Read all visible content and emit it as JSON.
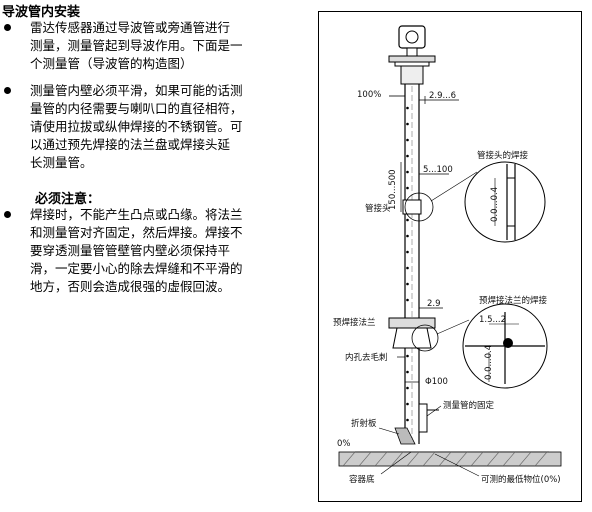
{
  "section": {
    "title": "导波管内安装"
  },
  "bullets_top": [
    {
      "lines": [
        "雷达传感器通过导波管或旁通管进行",
        "测量，测量管起到导波作用。下面是一",
        "个测量管（导波管的构造图）"
      ]
    },
    {
      "lines": [
        "测量管内壁必须平滑，如果可能的话测",
        "量管的内径需要与喇叭口的直径相符，",
        "请使用拉拔或纵伸焊接的不锈钢管。可",
        "以通过预先焊接的法兰盘或焊接头延",
        "长测量管。"
      ]
    }
  ],
  "notes": {
    "title": "必须注意：",
    "bullets": [
      {
        "lines": [
          "焊接时，不能产生凸点或凸缘。将法兰",
          "和测量管对齐固定，然后焊接。焊接不",
          "要穿透测量管管壁管内壁必须保持平",
          "滑，一定要小心的除去焊缝和不平滑的",
          "地方，否则会造成很强的虚假回波。"
        ]
      }
    ]
  },
  "diagram": {
    "labels": {
      "level_100": "100%",
      "dim_29_6": "2.9...6",
      "weld_joint": "管接头的焊接",
      "dim_150_500": "150...500",
      "dim_5_100": "5...100",
      "pipe_joint": "管接头",
      "weld_tol_1": "0.0...0.4",
      "dim_29": "2.9",
      "prewelded_flange": "预焊接法兰",
      "flange_weld": "预焊接法兰的焊接",
      "dim_15_2": "1.5...2",
      "deburr": "内孔去毛刺",
      "weld_tol_2": "0.0...0.4",
      "diameter": "Φ100",
      "pipe_fixing": "测量管的固定",
      "baffle": "折射板",
      "level_0": "0%",
      "vessel_bottom": "容器底",
      "min_level": "可测的最低物位(0%)"
    }
  }
}
